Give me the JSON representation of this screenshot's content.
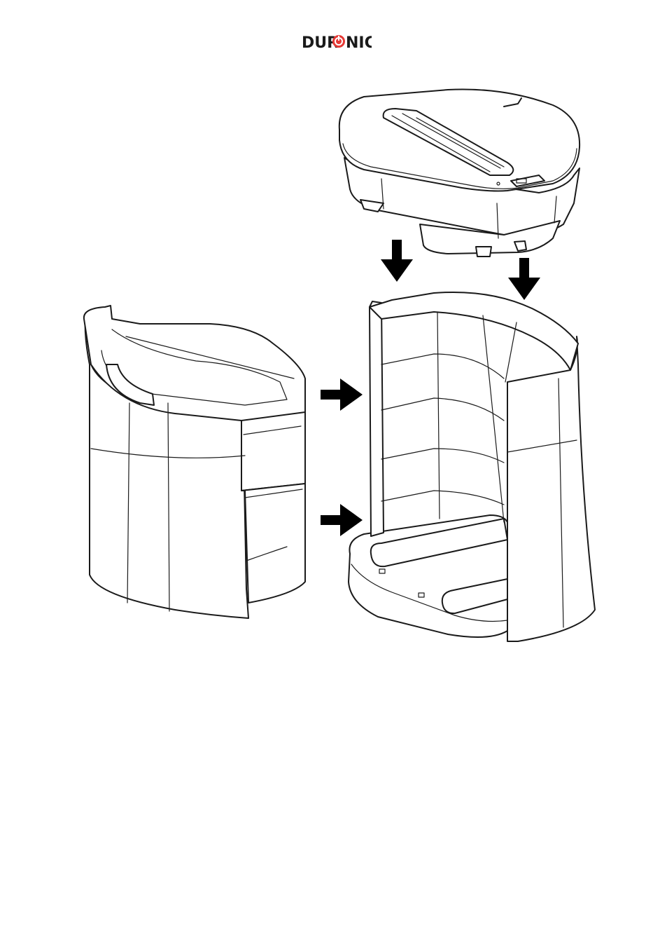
{
  "brand": {
    "logo_text_left": "DUR",
    "logo_text_right": "NIC",
    "power_icon_color": "#e53935",
    "text_color": "#1a1a1a"
  },
  "figure": {
    "parts": [
      "top-shredder-head",
      "bin-left",
      "bin-frame-right"
    ],
    "arrows": [
      {
        "icon": "arrow-down-icon"
      },
      {
        "icon": "arrow-down-icon"
      },
      {
        "icon": "arrow-right-icon"
      },
      {
        "icon": "arrow-right-icon"
      }
    ]
  }
}
